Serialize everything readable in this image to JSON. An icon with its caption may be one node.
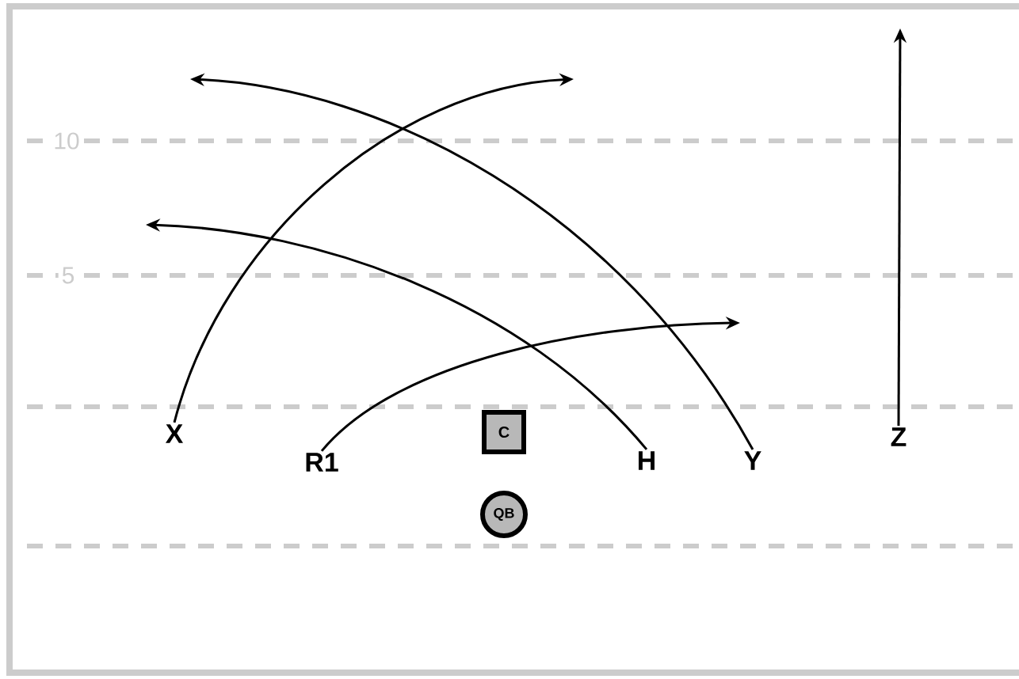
{
  "diagram": {
    "nodes": [
      {
        "text": [
          "X"
        ]
      },
      {
        "text": [
          "R1"
        ]
      },
      {
        "text": [
          "C"
        ]
      },
      {
        "text": [
          "H"
        ]
      },
      {
        "text": [
          "Y"
        ]
      },
      {
        "text": [
          "Z"
        ]
      },
      {
        "text": [
          "QB"
        ]
      }
    ],
    "edges": [
      {
        "from": 0,
        "to": null,
        "arrow": "to"
      },
      {
        "from": 1,
        "to": null,
        "arrow": "to"
      },
      {
        "from": 3,
        "to": null,
        "arrow": "to"
      },
      {
        "from": 4,
        "to": null,
        "arrow": "to"
      },
      {
        "from": 5,
        "to": null,
        "arrow": "to"
      }
    ],
    "labels": [
      "10",
      "5"
    ]
  }
}
